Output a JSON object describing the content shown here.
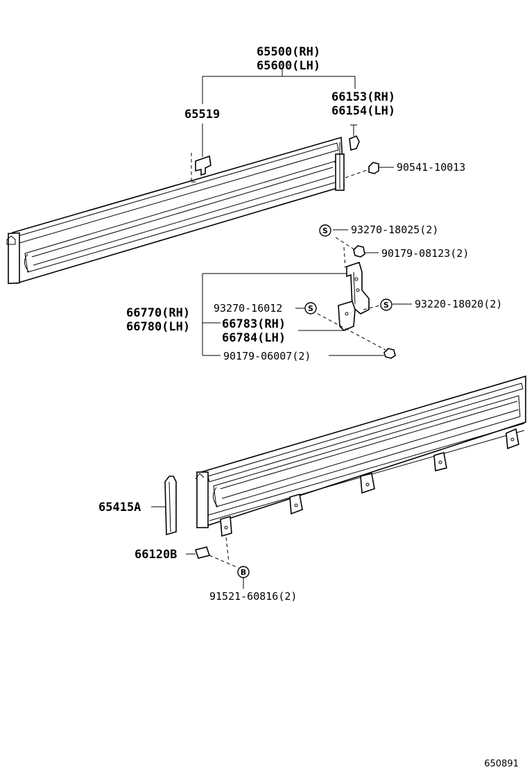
{
  "labels": {
    "p65500": "65500(RH)",
    "p65600": "65600(LH)",
    "p66153": "66153(RH)",
    "p66154": "66154(LH)",
    "p65519": "65519",
    "p90541": "90541-10013",
    "p93270_18025": "93270-18025(2)",
    "p90179_08123": "90179-08123(2)",
    "p93220_18020": "93220-18020(2)",
    "p66770": "66770(RH)",
    "p66780": "66780(LH)",
    "p93270_16012": "93270-16012",
    "p66783": "66783(RH)",
    "p66784": "66784(LH)",
    "p90179_06007": "90179-06007(2)",
    "p65415A": "65415A",
    "p66120B": "66120B",
    "p91521": "91521-60816(2)"
  },
  "symbols": {
    "s": "S",
    "b": "B"
  },
  "catalog_number": "650891"
}
